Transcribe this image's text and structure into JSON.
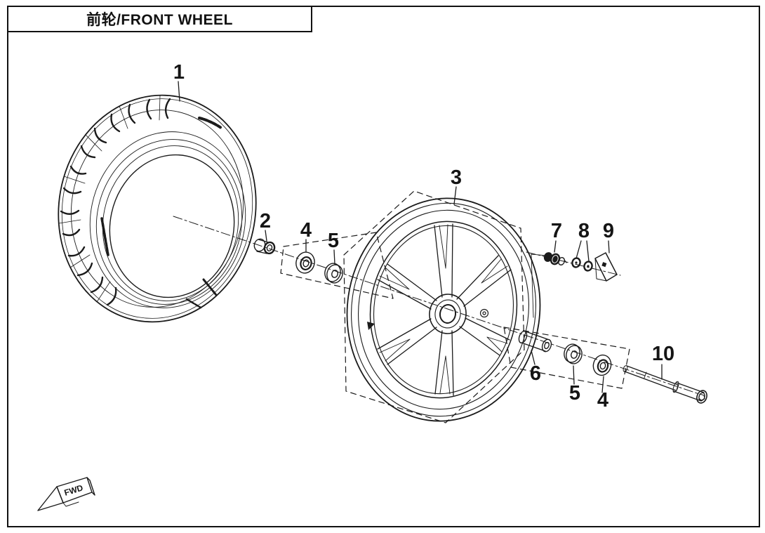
{
  "title": "前轮/FRONT WHEEL",
  "direction_indicator": "FWD",
  "part_numbers": [
    "1",
    "2",
    "3",
    "4",
    "5",
    "6",
    "7",
    "8",
    "9",
    "10"
  ],
  "colors": {
    "line": "#1b1b1b",
    "background": "#ffffff"
  }
}
